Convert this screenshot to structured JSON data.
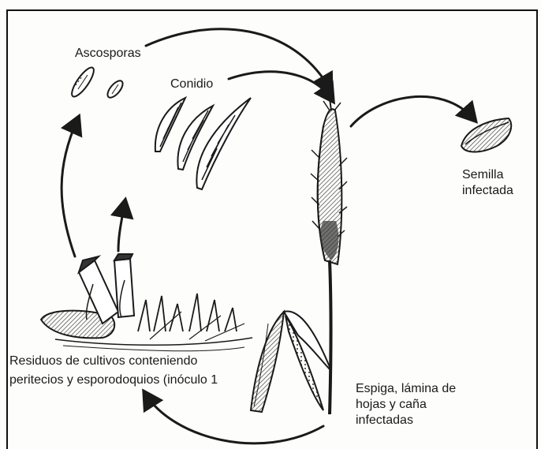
{
  "labels": {
    "ascosporas": "Ascosporas",
    "conidio": "Conidio",
    "semilla": "Semilla\ninfectada",
    "residuos": "Residuos de cultivos conteniendo\nperitecios y esporodoquios (inóculo 1",
    "espiga": "Espiga, lámina de\nhojas y caña\ninfectadas"
  },
  "colors": {
    "ink": "#1a1a1a",
    "shade": "#555555",
    "paper": "#fdfdfb"
  }
}
